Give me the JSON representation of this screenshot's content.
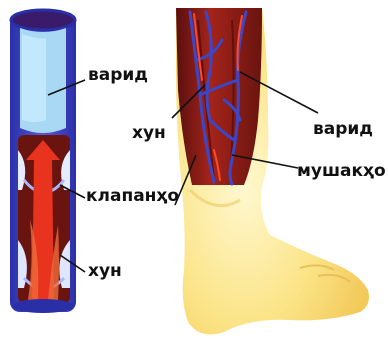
{
  "labels": {
    "left_vein": "варид",
    "left_valves": "клапанҳо",
    "left_blood": "хун",
    "right_blood": "хун",
    "right_vein": "варид",
    "right_muscles": "мушакҳо"
  },
  "colors": {
    "vein_blue": "#3b46c9",
    "vein_light": "#a9d8f5",
    "blood_red": "#e8331e",
    "dark_red": "#8a1a12",
    "skin": "#f7dc7a",
    "skin_light": "#fff6c8"
  }
}
